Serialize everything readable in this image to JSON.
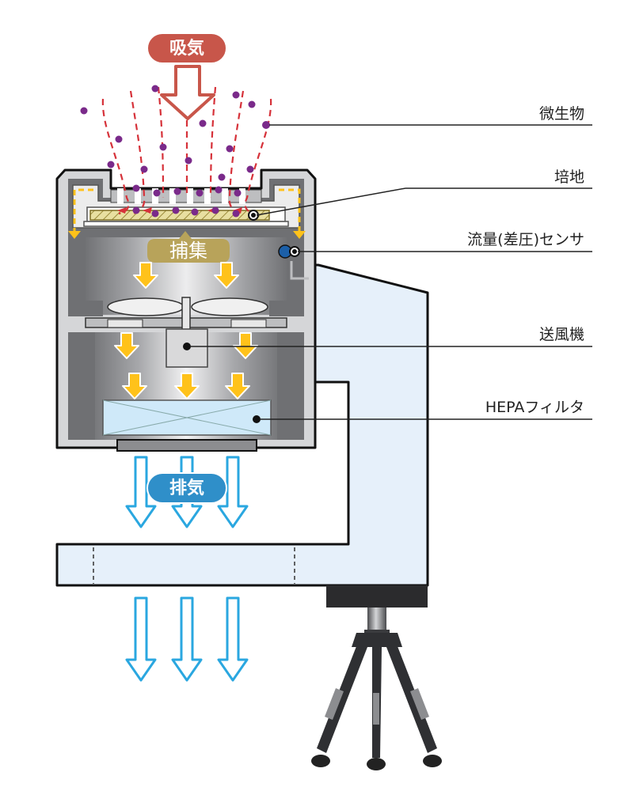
{
  "labels": {
    "intake": "吸気",
    "exhaust": "排気",
    "capture": "捕集",
    "microbe": "微生物",
    "medium": "培地",
    "flow_sensor": "流量(差圧)センサ",
    "blower": "送風機",
    "hepa_filter": "HEPAフィルタ"
  },
  "colors": {
    "intake_pill": "#c8564a",
    "exhaust_pill": "#2f8fc9",
    "capture_badge": "#b8a35a",
    "airflow_in": "#d6323a",
    "flow_arrow": "#ffc21a",
    "exhaust_arrow": "#2aa7e0",
    "microbe_dot": "#7a2a8a",
    "housing_dark": "#6f7073",
    "housing_light": "#d5d6d8",
    "stand_fill": "#e6f0fa",
    "filter_fill": "#cfe9f9"
  },
  "icons": {
    "arrow_in": "outlined-down-arrow",
    "arrow_flow": "yellow-down-arrow",
    "arrow_exhaust": "outlined-down-arrow"
  }
}
